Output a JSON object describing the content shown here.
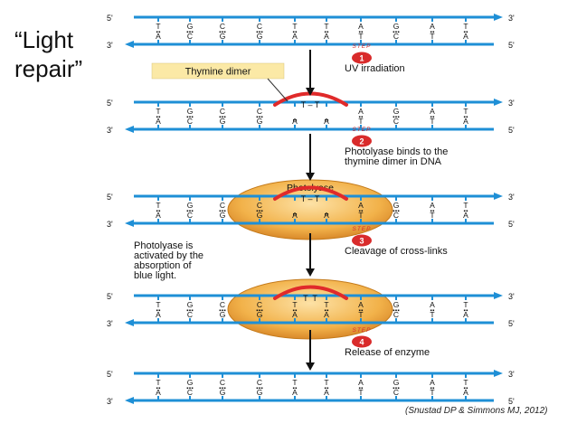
{
  "slide": {
    "title": "“Light\nrepair”",
    "citation": "(Snustad DP & Simmons MJ, 2012)"
  },
  "colors": {
    "backbone": "#1e8fd6",
    "enzyme_fill": "#f2b24a",
    "enzyme_stroke": "#c47a1a",
    "dimer": "#e02a2a",
    "step_badge": "#d92b2b",
    "label_bg": "#fbe9a6"
  },
  "strand_ends": {
    "top_left": "5'",
    "top_right": "3'",
    "bottom_left": "3'",
    "bottom_right": "5'"
  },
  "top_strand": [
    "T",
    "G",
    "C",
    "C",
    "T",
    "T",
    "A",
    "G",
    "A",
    "T"
  ],
  "bottom_strand": [
    "A",
    "C",
    "G",
    "G",
    "A",
    "A",
    "T",
    "C",
    "T",
    "A"
  ],
  "labels": {
    "thymine_dimer": "Thymine dimer",
    "dimer_tt": "T – T",
    "photolyase": "Photolyase",
    "released_tt": "T  T",
    "side_note": [
      "Photolyase is",
      "activated by the",
      "absorption of",
      "blue light."
    ]
  },
  "steps": [
    {
      "badge_word": "STEP",
      "number": "1",
      "text": [
        "UV irradiation"
      ]
    },
    {
      "badge_word": "STEP",
      "number": "2",
      "text": [
        "Photolyase binds to the",
        "thymine dimer in DNA"
      ]
    },
    {
      "badge_word": "STEP",
      "number": "3",
      "text": [
        "Cleavage of cross-links"
      ]
    },
    {
      "badge_word": "STEP",
      "number": "4",
      "text": [
        "Release of enzyme"
      ]
    }
  ]
}
